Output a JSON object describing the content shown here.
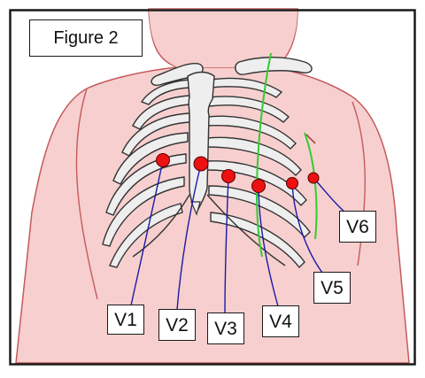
{
  "figure_title": "Figure 2",
  "colors": {
    "skin": "#f7cfcf",
    "skin_outline": "#c55a5a",
    "bone": "#eeeeee",
    "bone_outline": "#333333",
    "electrode": "#ee1111",
    "lead_wire": "#1a1aa8",
    "reference_line": "#33cc33",
    "frame": "#1a1a1a"
  },
  "electrodes": [
    {
      "id": "V1",
      "label": "V1"
    },
    {
      "id": "V2",
      "label": "V2"
    },
    {
      "id": "V3",
      "label": "V3"
    },
    {
      "id": "V4",
      "label": "V4"
    },
    {
      "id": "V5",
      "label": "V5"
    },
    {
      "id": "V6",
      "label": "V6"
    }
  ]
}
